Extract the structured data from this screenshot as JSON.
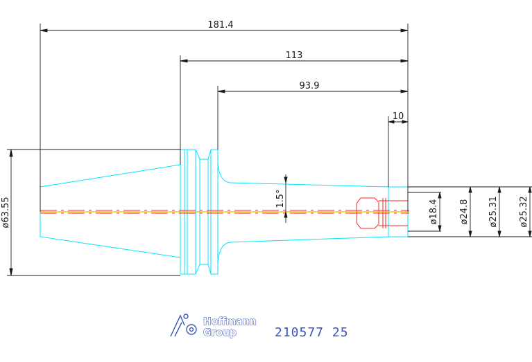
{
  "dimensions": {
    "overall_length": "181.4",
    "length_from_flange": "113",
    "length_from_shank": "93.9",
    "tip_length": "10",
    "flange_diameter": "ø63.55",
    "taper_angle": "1.5°",
    "bore_diameter": "ø18.4",
    "tip_diameter_1": "ø24.8",
    "tip_diameter_2": "ø25.31",
    "tip_diameter_3": "ø25.32"
  },
  "branding": {
    "company_line1": "Hoffmann",
    "company_line2": "Group",
    "part_number": "210577 25"
  },
  "colors": {
    "outline": "#00e5ff",
    "dimension": "#1a1a1a",
    "centerline": "#ff2020",
    "centerline_accent": "#e0c000",
    "brand": "#3b52b8"
  }
}
